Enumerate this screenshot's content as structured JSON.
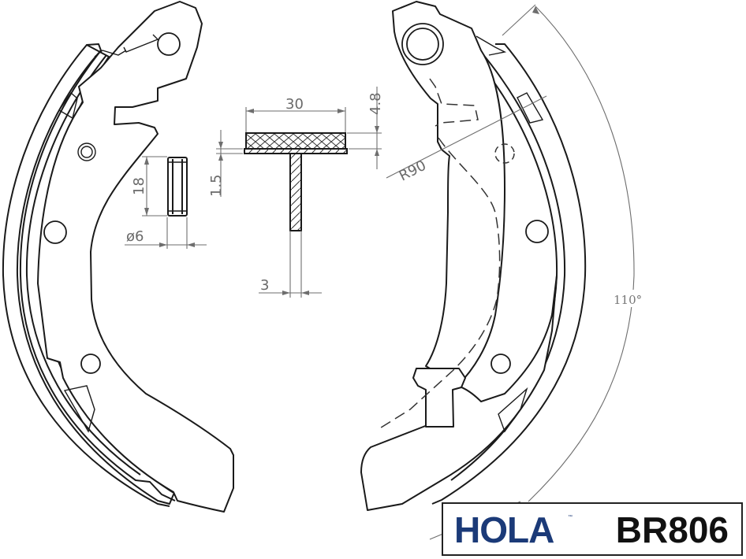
{
  "drawing": {
    "title": "Brake shoe set technical drawing",
    "brand": {
      "name": "HOLA",
      "trademark": "™",
      "color": "#1b3a78"
    },
    "part_number": "BR806",
    "dimensions": {
      "lining_width": "30",
      "total_thickness": "4.8",
      "web_thickness_gap": "1.5",
      "web_thickness": "3",
      "pin_length": "18",
      "pin_diameter": "ø6",
      "radius": "R90",
      "angle": "110°"
    },
    "components": [
      "left-brake-shoe",
      "right-brake-shoe",
      "cross-section-profile",
      "adjuster-pin"
    ]
  }
}
